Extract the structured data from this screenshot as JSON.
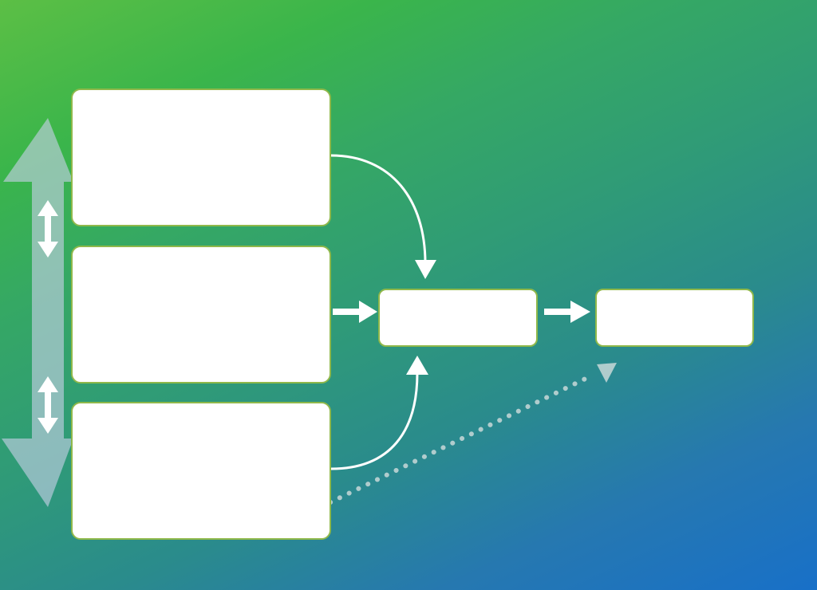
{
  "diagram": {
    "nodes": [
      {
        "id": "box-1",
        "label": ""
      },
      {
        "id": "box-2",
        "label": ""
      },
      {
        "id": "box-3",
        "label": ""
      },
      {
        "id": "box-4",
        "label": ""
      },
      {
        "id": "box-5",
        "label": ""
      }
    ],
    "edges": [
      {
        "from": "box-1",
        "to": "box-4",
        "style": "solid-curved"
      },
      {
        "from": "box-2",
        "to": "box-4",
        "style": "solid"
      },
      {
        "from": "box-3",
        "to": "box-4",
        "style": "solid-curved"
      },
      {
        "from": "box-4",
        "to": "box-5",
        "style": "solid"
      },
      {
        "from": "box-3",
        "to": "box-5",
        "style": "dotted"
      },
      {
        "from": "box-1",
        "to": "box-2",
        "style": "bidirectional"
      },
      {
        "from": "box-2",
        "to": "box-3",
        "style": "bidirectional"
      }
    ],
    "colors": {
      "gradient_top_right": "#5cbf45",
      "gradient_bottom_left": "#1870c8",
      "box_fill": "#ffffff",
      "box_border": "#8fb84a",
      "arrow": "#ffffff",
      "side_arrow": "#b9c9e0"
    }
  }
}
